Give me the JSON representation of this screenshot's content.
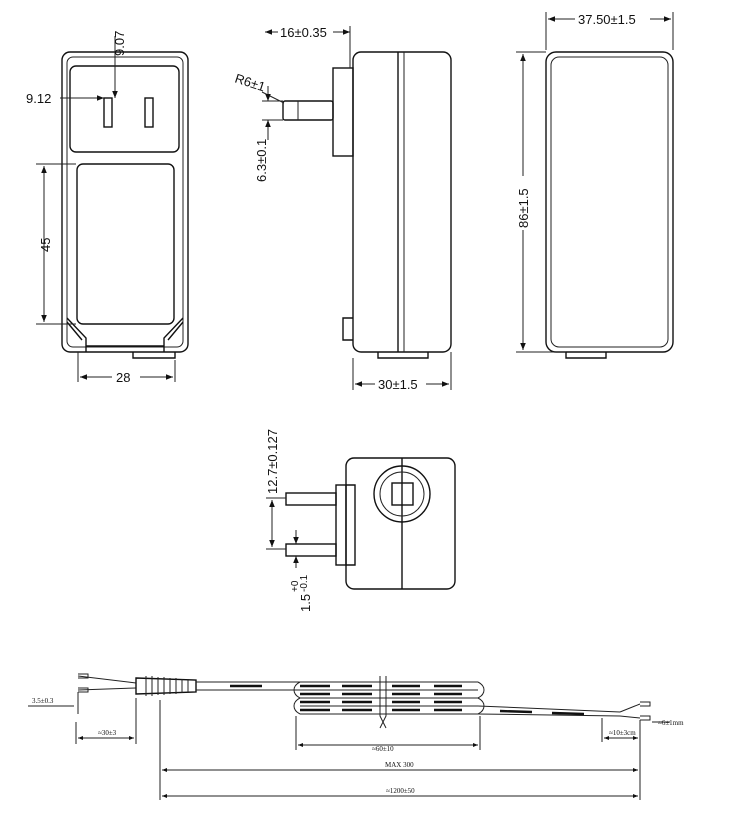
{
  "front_view": {
    "pin_width": "9.07",
    "pin_spacing": "9.12",
    "label_height": "45",
    "body_width": "28"
  },
  "side_view": {
    "pin_length": "16±0.35",
    "pin_radius": "R6±1",
    "pin_height": "6.3±0.1",
    "depth": "30±1.5"
  },
  "end_view": {
    "width": "37.50±1.5",
    "height": "86±1.5"
  },
  "bottom_view": {
    "pin_spacing": "12.7±0.127",
    "pin_thickness": "1.5",
    "pin_thickness_tol_upper": "+0",
    "pin_thickness_tol_lower": "-0.1"
  },
  "cable": {
    "strip_length": "3.5±0.3",
    "left_lead": "≈30±3",
    "coil": "≈60±10",
    "right_strip": "≈10±3cm",
    "right_lead": "≈6±1mm",
    "max_length": "MAX 300",
    "total_length": "≈1200±50"
  }
}
